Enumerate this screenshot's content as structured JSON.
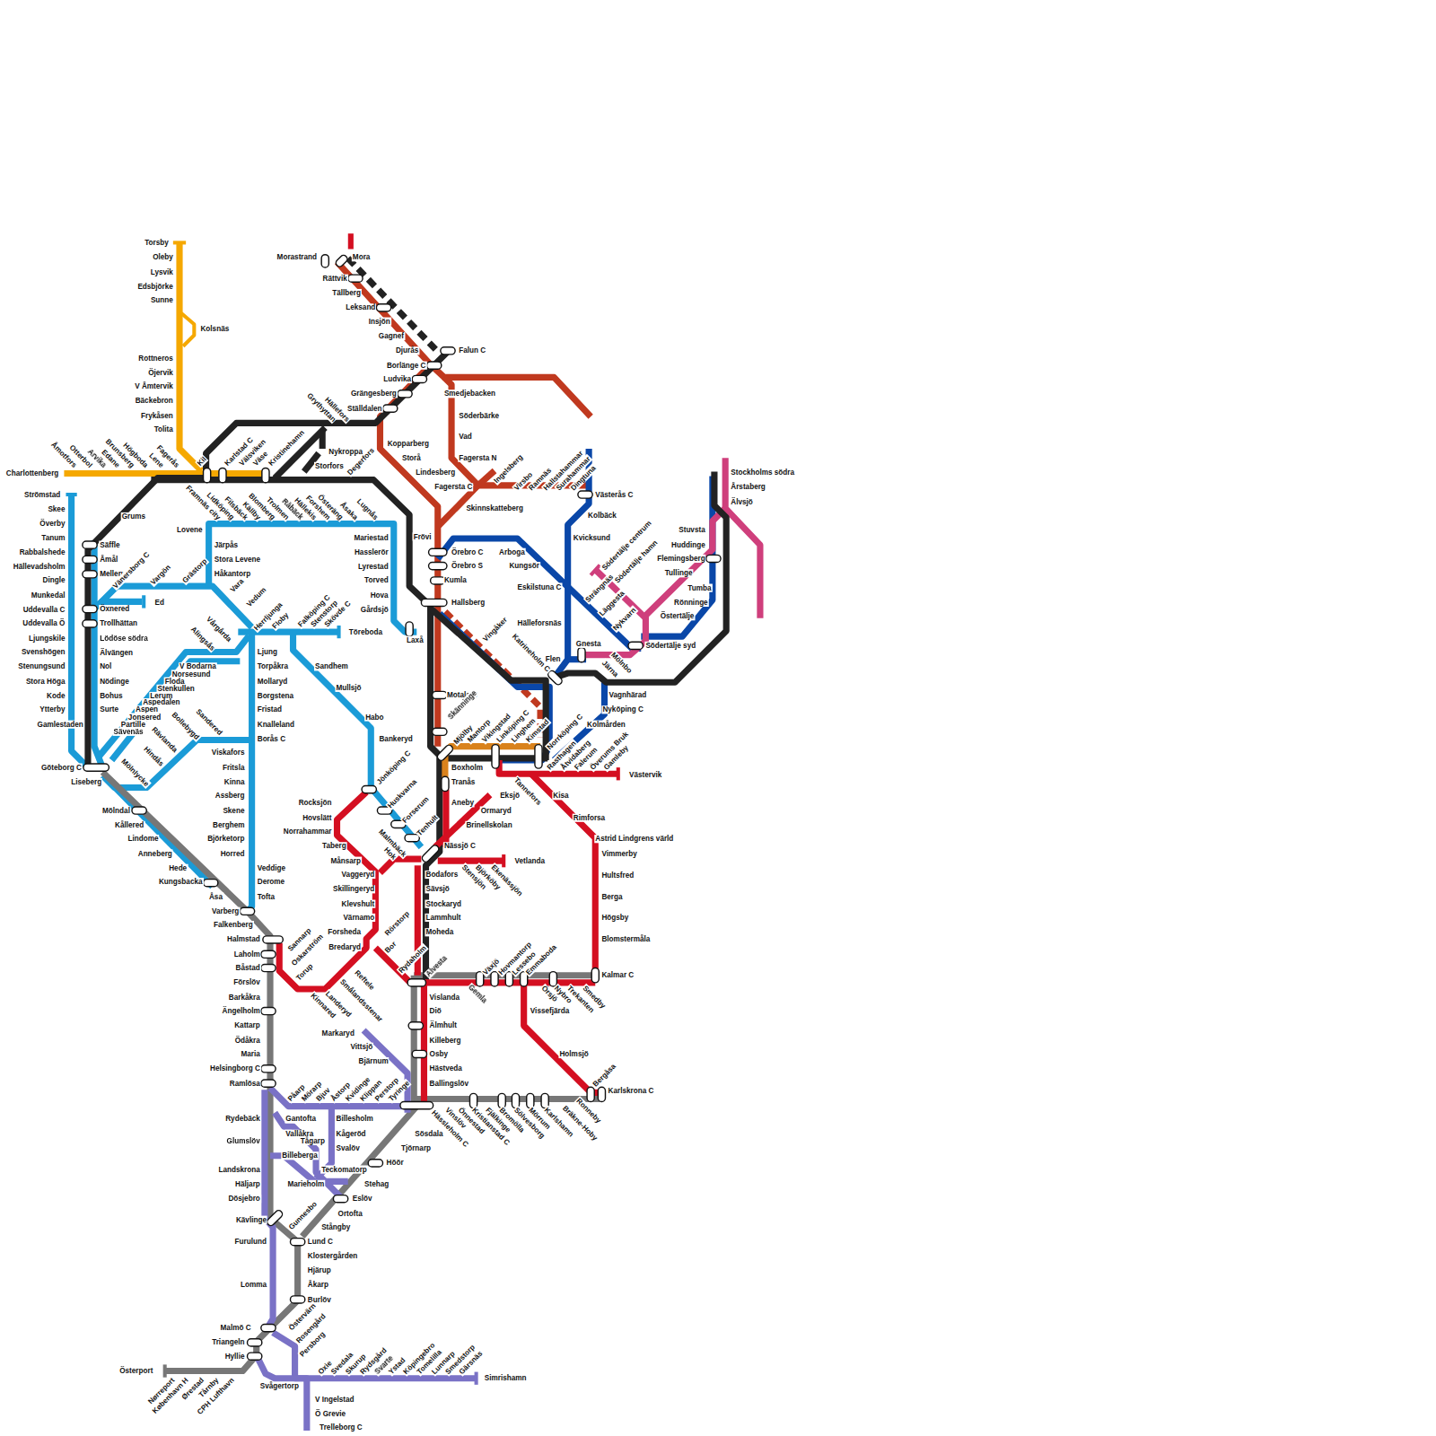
{
  "diagram": {
    "labels": [
      "Torsby",
      "Oleby",
      "Lysvik",
      "Edsbjörke",
      "Sunne",
      "Kolsnäs",
      "Rottneros",
      "Öjervik",
      "V Åmtervik",
      "Bäckebron",
      "Frykåsen",
      "Tolita",
      "Charlottenberg",
      "Åmotfors",
      "Otterbol",
      "Arvika",
      "Edane",
      "Brunsberg",
      "Högboda",
      "Lene",
      "Fagerås",
      "Kil",
      "Karlstad C",
      "Välsviken",
      "Väse",
      "Kristinehamn",
      "Grums",
      "Nykroppa",
      "Storfors",
      "Grythyttan",
      "Hällefors",
      "Degerfors",
      "Morastrand",
      "Mora",
      "Rättvik",
      "Tällberg",
      "Leksand",
      "Insjön",
      "Gagnef",
      "Djurås",
      "Falun C",
      "Borlänge C",
      "Ludvika",
      "Grängesberg",
      "Ställdalen",
      "Smedjebacken",
      "Söderbärke",
      "Vad",
      "Fagersta N",
      "Fagersta C",
      "Skinnskatteberg",
      "Kopparberg",
      "Storå",
      "Lindesberg",
      "Frövi",
      "Ingelsberg",
      "Virsbo",
      "Ramnäs",
      "Hallstahammar",
      "Surahammar",
      "Dingtuna",
      "Västerås C",
      "Kolbäck",
      "Kvicksund",
      "Arboga",
      "Kungsör",
      "Eskilstuna C",
      "Strängnäs",
      "Läggesta",
      "Nykvarn",
      "Hälleforsnäs",
      "Gnesta",
      "Katrineholm C",
      "Flen",
      "Mölnbo",
      "Järna",
      "Södertälje syd",
      "Vagnhärad",
      "Nyköping C",
      "Kolmården",
      "Norrköping C",
      "Vingåker",
      "Örebro C",
      "Örebro S",
      "Kumla",
      "Hallsberg",
      "Laxå",
      "Stockholms södra",
      "Årstaberg",
      "Älvsjö",
      "Stuvsta",
      "Huddinge",
      "Flemingsberg",
      "Tullinge",
      "Tumba",
      "Rönninge",
      "Östertälje",
      "Södertälje centrum",
      "Södertälje hamn",
      "Strömstad",
      "Skee",
      "Överby",
      "Tanum",
      "Rabbalshede",
      "Hällevadsholm",
      "Dingle",
      "Munkedal",
      "Uddevalla C",
      "Uddevalla Ö",
      "Ljungskile",
      "Svenshögen",
      "Stenungsund",
      "Stora Höga",
      "Kode",
      "Ytterby",
      "Gamlestaden",
      "Säffle",
      "Åmål",
      "Mellerud",
      "Öxnered",
      "Trollhättan",
      "Lödöse södra",
      "Älvängen",
      "Nol",
      "Nödinge",
      "Bohus",
      "Surte",
      "Göteborg C",
      "Liseberg",
      "Vänersborg C",
      "Vargön",
      "Grästorp",
      "Vara",
      "Ed",
      "Vedum",
      "Herrljunga",
      "Floby",
      "Falköping C",
      "Stenstorp",
      "Skövde C",
      "Töreboda",
      "Lovene",
      "Järpås",
      "Stora Levene",
      "Håkantorp",
      "Framnäs city",
      "Lidköping",
      "Filsbäck",
      "Källby",
      "Blomberg",
      "Trolmen",
      "Råbäck",
      "Hällekis",
      "Forshem",
      "Österäng",
      "Åsaka",
      "Lugnås",
      "Mariestad",
      "Hasslerör",
      "Lyrestad",
      "Torved",
      "Hova",
      "Gårdsjö",
      "Vårgårda",
      "Alingsås",
      "V Bodarna",
      "Norsesund",
      "Floda",
      "Stenkullen",
      "Lerum",
      "Aspedalen",
      "Aspen",
      "Jonsered",
      "Partille",
      "Sävenäs",
      "Ljung",
      "Torpåkra",
      "Mollaryd",
      "Borgstena",
      "Fristad",
      "Knalleland",
      "Borås C",
      "Viskafors",
      "Fritsla",
      "Kinna",
      "Assberg",
      "Skene",
      "Berghem",
      "Björketorp",
      "Horred",
      "Veddige",
      "Derome",
      "Tofta",
      "Varberg",
      "Åsa",
      "Kungsbacka",
      "Hede",
      "Anneberg",
      "Lindome",
      "Kållered",
      "Mölndal",
      "Falkenberg",
      "Sandered",
      "Bollebygd",
      "Rävlanda",
      "Hindås",
      "Mölnlycke",
      "Sandhem",
      "Mullsjö",
      "Habo",
      "Bankeryd",
      "Jönköping C",
      "Huskvarna",
      "Forserum",
      "Tenhult",
      "Rocksjön",
      "Hovslätt",
      "Norrahammar",
      "Taberg",
      "Månsarp",
      "Malmbäck",
      "Hok",
      "Vaggeryd",
      "Skillingeryd",
      "Klevshult",
      "Värnamo",
      "Forsheda",
      "Bredaryd",
      "Rörstorp",
      "Bor",
      "Rydaholm",
      "Alvesta",
      "Reftele",
      "Smålandsstenar",
      "Landeryd",
      "Kinnared",
      "Sannarp",
      "Oskarström",
      "Torup",
      "Halmstad",
      "Laholm",
      "Båstad",
      "Förslöv",
      "Barkåkra",
      "Ängelholm",
      "Kattarp",
      "Ödåkra",
      "Maria",
      "Helsingborg C",
      "Ramlösa",
      "Nässjö C",
      "Eksjö",
      "Ormaryd",
      "Brinellskolan",
      "Vetlanda",
      "Aneby",
      "Tranås",
      "Boxholm",
      "Bodafors",
      "Sävsjö",
      "Stockaryd",
      "Lammhult",
      "Moheda",
      "Stensjön",
      "Björköby",
      "Ekenässjön",
      "Motala C",
      "Skänninge",
      "Mjölby",
      "Mantorp",
      "Vikingstad",
      "Linköping C",
      "Linghem",
      "Kimstad",
      "Tannefors",
      "Rasthagen",
      "Åtvidaberg",
      "Falerum",
      "Överums Bruk",
      "Gamleby",
      "Västervik",
      "Kisa",
      "Rimforsa",
      "Astrid Lindgrens värld",
      "Vimmerby",
      "Hultsfred",
      "Berga",
      "Högsby",
      "Blomstermåla",
      "Kalmar C",
      "Vislanda",
      "Diö",
      "Älmhult",
      "Killeberg",
      "Osby",
      "Hästveda",
      "Ballingslöv",
      "Gemla",
      "Växjö",
      "Hovmantorp",
      "Lessebo",
      "Emmaboda",
      "Örsjö",
      "Nybro",
      "Trekanten",
      "Smedby",
      "Vissefjärda",
      "Holmsjö",
      "Bergåsa",
      "Karlskrona C",
      "Hässleholm C",
      "Vinslöv",
      "Önnestad",
      "Kristianstad C",
      "Fjälkinge",
      "Bromölla",
      "Sölvesborg",
      "Mörrum",
      "Karlshamn",
      "Bräkne-Hoby",
      "Ronneby",
      "Markaryd",
      "Vittsjö",
      "Bjärnum",
      "Påarp",
      "Mörarp",
      "Bjuv",
      "Åstorp",
      "Kvidinge",
      "Klippan",
      "Perstorp",
      "Tyringe",
      "Gantofta",
      "Billesholm",
      "Vallåkra",
      "Kågeröd",
      "Tågarp",
      "Svalöv",
      "Billeberga",
      "Teckomatorp",
      "Marieholm",
      "Stehag",
      "Höör",
      "Tjörnarp",
      "Sösdala",
      "Eslöv",
      "Ortofta",
      "Stångby",
      "Lund C",
      "Gunnesbo",
      "Rydebäck",
      "Glumslöv",
      "Landskrona",
      "Häljarp",
      "Dösjebro",
      "Kävlinge",
      "Furulund",
      "Lomma",
      "Malmö C",
      "Klostergården",
      "Hjärup",
      "Åkarp",
      "Burlöv",
      "Östervärn",
      "Rosengård",
      "Persborg",
      "Triangeln",
      "Hyllie",
      "Österport",
      "Nørreport",
      "København H",
      "Ørestad",
      "Tårnby",
      "CPH Lufthavn",
      "Svågertorp",
      "V Ingelstad",
      "Ö Grevie",
      "Trelleborg C",
      "Oxie",
      "Svedala",
      "Skurup",
      "Rydsgård",
      "Svarte",
      "Ystad",
      "Köpingebro",
      "Tomelilla",
      "Lunnarp",
      "Smedstorp",
      "Gärsnäs",
      "Simrishamn"
    ]
  }
}
